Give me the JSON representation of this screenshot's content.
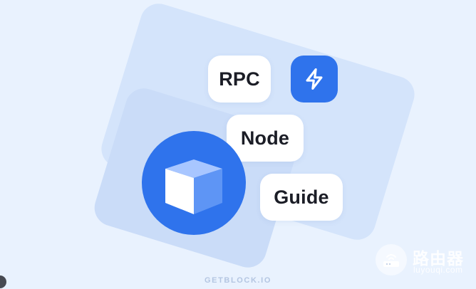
{
  "cards": {
    "rpc": "RPC",
    "node": "Node",
    "guide": "Guide"
  },
  "icons": {
    "bolt": "lightning-bolt-icon",
    "cube": "cube-icon",
    "router": "router-icon"
  },
  "brand": {
    "label": "GETBLOCK.IO"
  },
  "watermark": {
    "title": "路由器",
    "url": "luyouqi.com"
  },
  "colors": {
    "background": "#e9f2fe",
    "accent_blue": "#2f73ec",
    "panel_light": "#d4e4fb",
    "panel_mid": "#cadcf8",
    "card": "#ffffff",
    "text_dark": "#1b1d26"
  }
}
